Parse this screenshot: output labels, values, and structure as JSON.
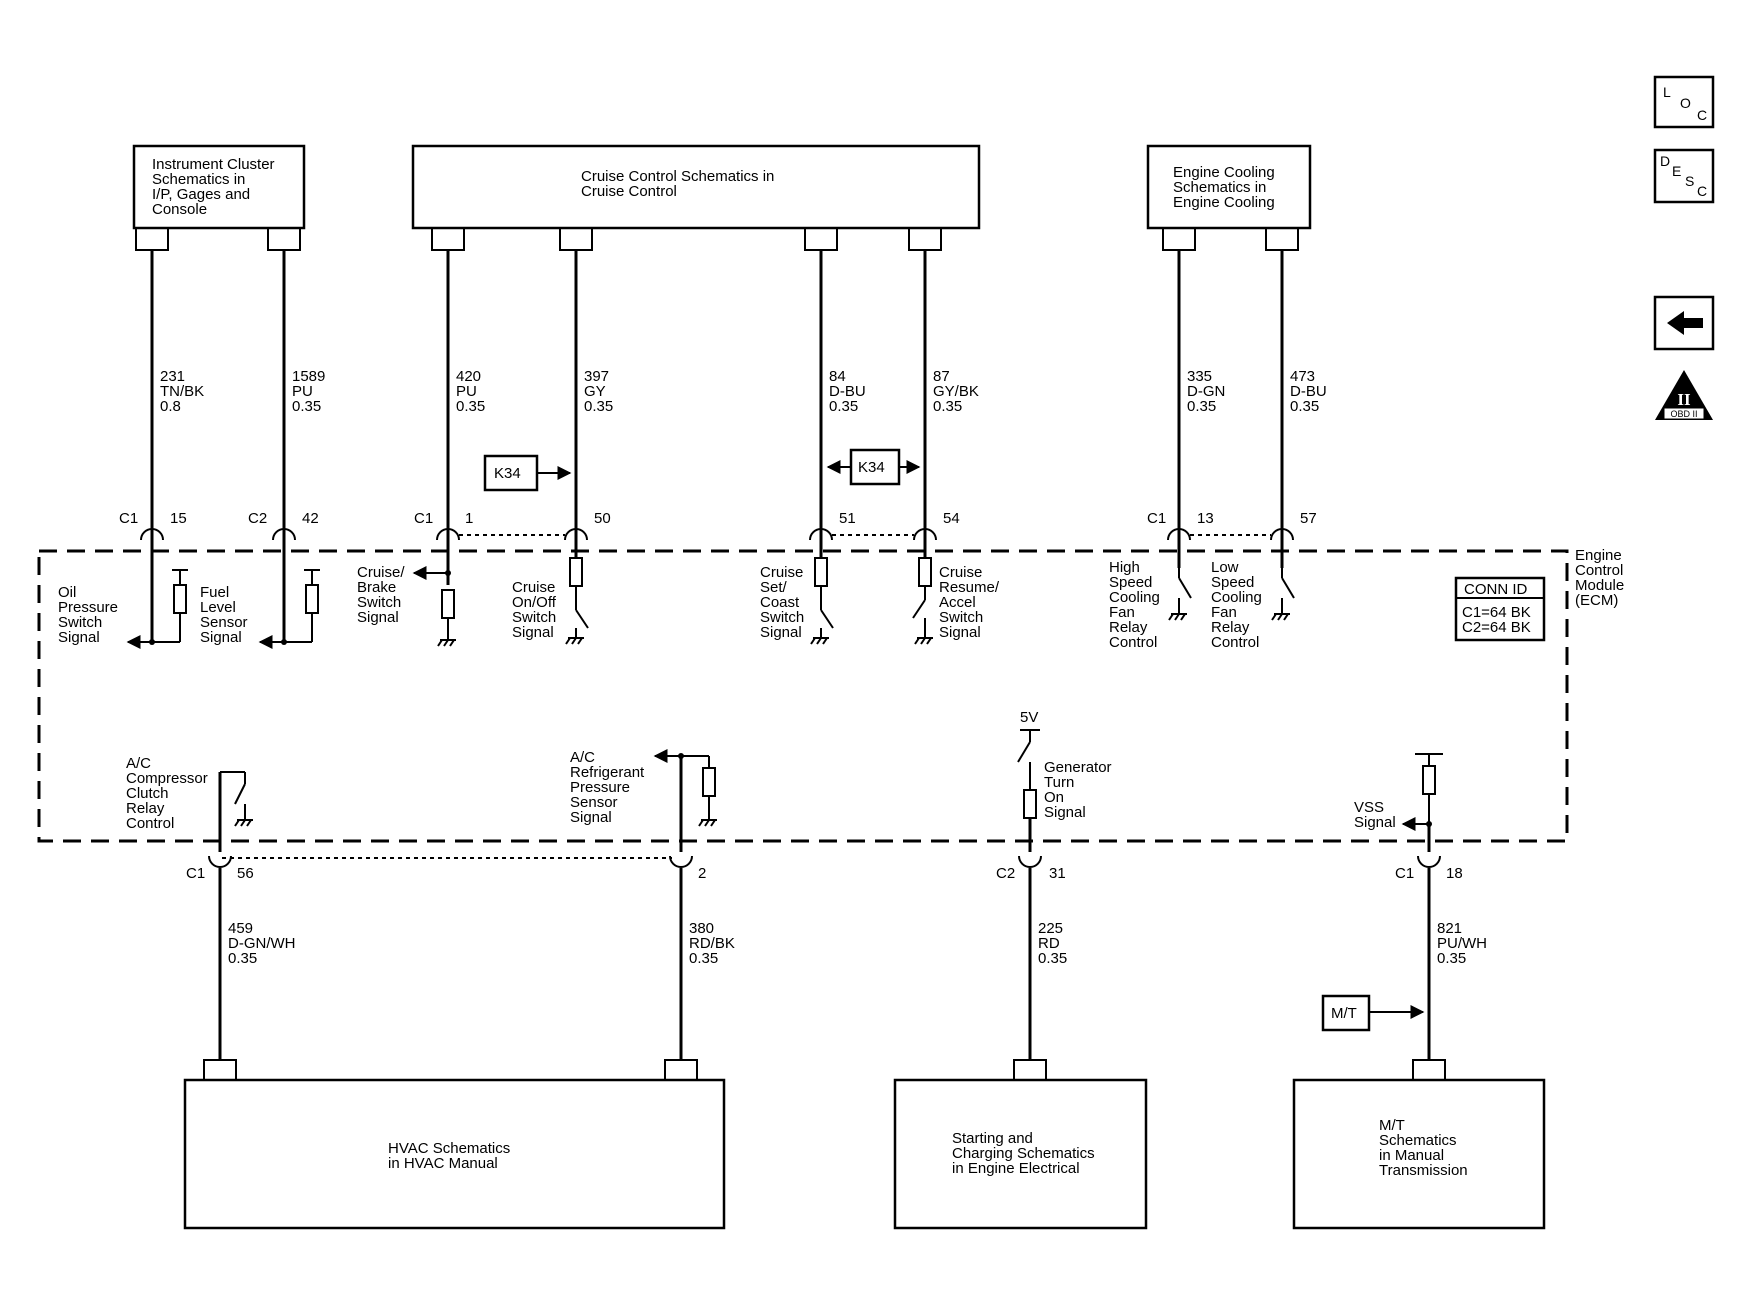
{
  "colors": {
    "ink": "#000000",
    "paper": "#ffffff"
  },
  "nav_icons": {
    "loc": [
      "L",
      "O",
      "C"
    ],
    "desc": [
      "D",
      "E",
      "S",
      "C"
    ],
    "back": "back-arrow-icon",
    "obd": {
      "roman": "II",
      "label": "OBD II"
    }
  },
  "components": {
    "instrument_cluster": [
      "Instrument Cluster",
      "Schematics in",
      "I/P, Gages and",
      "Console"
    ],
    "cruise_control": [
      "Cruise Control Schematics in",
      "Cruise Control"
    ],
    "engine_cooling": [
      "Engine Cooling",
      "Schematics in",
      "Engine Cooling"
    ],
    "hvac": [
      "HVAC Schematics",
      "in HVAC Manual"
    ],
    "starting_charging": [
      "Starting and",
      "Charging Schematics",
      "in Engine Electrical"
    ],
    "mt": [
      "M/T",
      "Schematics",
      "in Manual",
      "Transmission"
    ],
    "ecm": [
      "Engine",
      "Control",
      "Module",
      "(ECM)"
    ]
  },
  "conn_id": {
    "title": "CONN ID",
    "c1": "C1=64 BK",
    "c2": "C2=64 BK"
  },
  "options": {
    "k34": "K34",
    "mt": "M/T"
  },
  "supply": {
    "five_v": "5V"
  },
  "top_wires": [
    {
      "circuit": "231",
      "color": "TN/BK",
      "gauge": "0.8",
      "connector": "C1",
      "pin": "15",
      "signal": [
        "Oil",
        "Pressure",
        "Switch",
        "Signal"
      ]
    },
    {
      "circuit": "1589",
      "color": "PU",
      "gauge": "0.35",
      "connector": "C2",
      "pin": "42",
      "signal": [
        "Fuel",
        "Level",
        "Sensor",
        "Signal"
      ]
    },
    {
      "circuit": "420",
      "color": "PU",
      "gauge": "0.35",
      "connector": "C1",
      "pin": "1",
      "signal": [
        "Cruise/",
        "Brake",
        "Switch",
        "Signal"
      ]
    },
    {
      "circuit": "397",
      "color": "GY",
      "gauge": "0.35",
      "connector": "",
      "pin": "50",
      "signal": [
        "Cruise",
        "On/Off",
        "Switch",
        "Signal"
      ]
    },
    {
      "circuit": "84",
      "color": "D-BU",
      "gauge": "0.35",
      "connector": "",
      "pin": "51",
      "signal": [
        "Cruise",
        "Set/",
        "Coast",
        "Switch",
        "Signal"
      ]
    },
    {
      "circuit": "87",
      "color": "GY/BK",
      "gauge": "0.35",
      "connector": "",
      "pin": "54",
      "signal": [
        "Cruise",
        "Resume/",
        "Accel",
        "Switch",
        "Signal"
      ]
    },
    {
      "circuit": "335",
      "color": "D-GN",
      "gauge": "0.35",
      "connector": "C1",
      "pin": "13",
      "signal": [
        "High",
        "Speed",
        "Cooling",
        "Fan",
        "Relay",
        "Control"
      ]
    },
    {
      "circuit": "473",
      "color": "D-BU",
      "gauge": "0.35",
      "connector": "",
      "pin": "57",
      "signal": [
        "Low",
        "Speed",
        "Cooling",
        "Fan",
        "Relay",
        "Control"
      ]
    }
  ],
  "bottom_wires": [
    {
      "circuit": "459",
      "color": "D-GN/WH",
      "gauge": "0.35",
      "connector": "C1",
      "pin": "56",
      "signal": [
        "A/C",
        "Compressor",
        "Clutch",
        "Relay",
        "Control"
      ]
    },
    {
      "circuit": "380",
      "color": "RD/BK",
      "gauge": "0.35",
      "connector": "",
      "pin": "2",
      "signal": [
        "A/C",
        "Refrigerant",
        "Pressure",
        "Sensor",
        "Signal"
      ]
    },
    {
      "circuit": "225",
      "color": "RD",
      "gauge": "0.35",
      "connector": "C2",
      "pin": "31",
      "signal": [
        "Generator",
        "Turn",
        "On",
        "Signal"
      ]
    },
    {
      "circuit": "821",
      "color": "PU/WH",
      "gauge": "0.35",
      "connector": "C1",
      "pin": "18",
      "signal": [
        "VSS",
        "Signal"
      ]
    }
  ]
}
